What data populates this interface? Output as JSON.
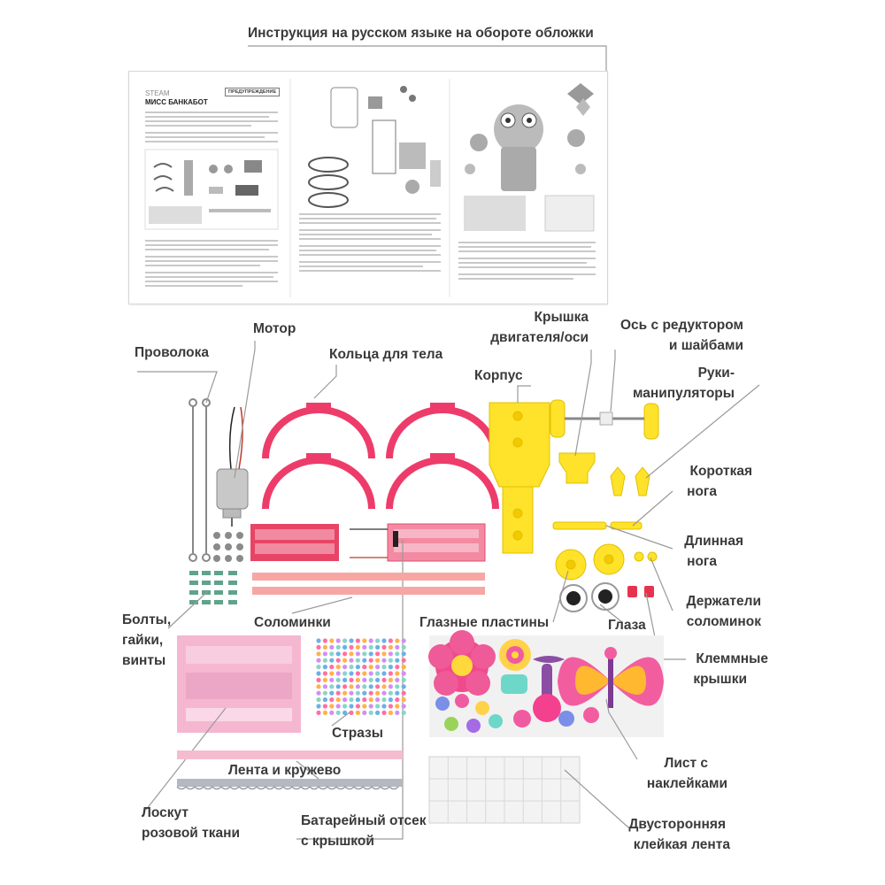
{
  "header": {
    "instruction_note": "Инструкция на русском языке на обороте обложки"
  },
  "sheet": {
    "brand": "STEAM",
    "title": "МИСС БАНКАБОТ",
    "warning": "ПРЕДУПРЕЖДЕНИЕ"
  },
  "labels": {
    "motor": "Мотор",
    "wire": "Проволока",
    "body_rings": "Кольца для тела",
    "motor_cover_l1": "Крышка",
    "motor_cover_l2": "двигателя/оси",
    "axle_l1": "Ось с редуктором",
    "axle_l2": "и шайбами",
    "chassis": "Корпус",
    "arms_l1": "Руки-",
    "arms_l2": "манипуляторы",
    "short_leg_l1": "Короткая",
    "short_leg_l2": "нога",
    "long_leg_l1": "Длинная",
    "long_leg_l2": "нога",
    "straw_holders_l1": "Держатели",
    "straw_holders_l2": "соломинок",
    "bolts_l1": "Болты,",
    "bolts_l2": "гайки,",
    "bolts_l3": "винты",
    "straws": "Соломинки",
    "eye_plates": "Глазные пластины",
    "eyes": "Глаза",
    "terminal_caps_l1": "Клеммные",
    "terminal_caps_l2": "крышки",
    "rhinestones": "Стразы",
    "ribbon_lace": "Лента и кружево",
    "sticker_sheet_l1": "Лист с",
    "sticker_sheet_l2": "наклейками",
    "fabric_l1": "Лоскут",
    "fabric_l2": "розовой ткани",
    "battery_l1": "Батарейный отсек",
    "battery_l2": "с крышкой",
    "tape_l1": "Двусторонняя",
    "tape_l2": "клейкая лента"
  },
  "colors": {
    "pink": "#e8416f",
    "yellow": "#ffe22a",
    "label": "#3a3a3a",
    "leader": "#9a9a9a"
  }
}
